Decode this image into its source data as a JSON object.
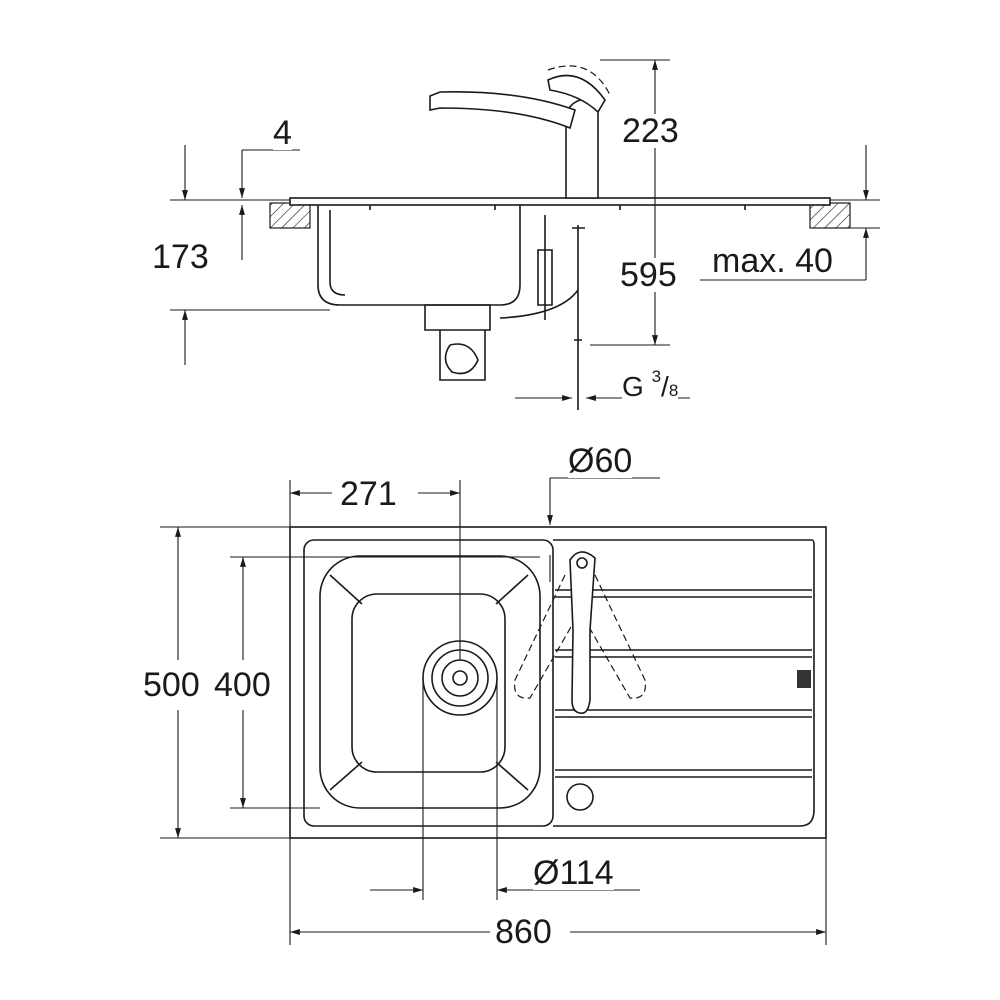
{
  "title": "Sink with faucet dimension drawing",
  "side_view": {
    "dim_countertop_thickness": "4",
    "dim_faucet_height": "223",
    "dim_bowl_depth": "173",
    "dim_under_depth": "595",
    "dim_max_countertop": "max. 40",
    "connection_prefix": "G",
    "connection_num": "3",
    "connection_den": "8"
  },
  "plan_view": {
    "dim_tap_hole": "Ø60",
    "dim_bowl_center": "271",
    "dim_total_depth": "500",
    "dim_bowl_depth": "400",
    "dim_drain": "Ø114",
    "dim_total_width": "860"
  }
}
